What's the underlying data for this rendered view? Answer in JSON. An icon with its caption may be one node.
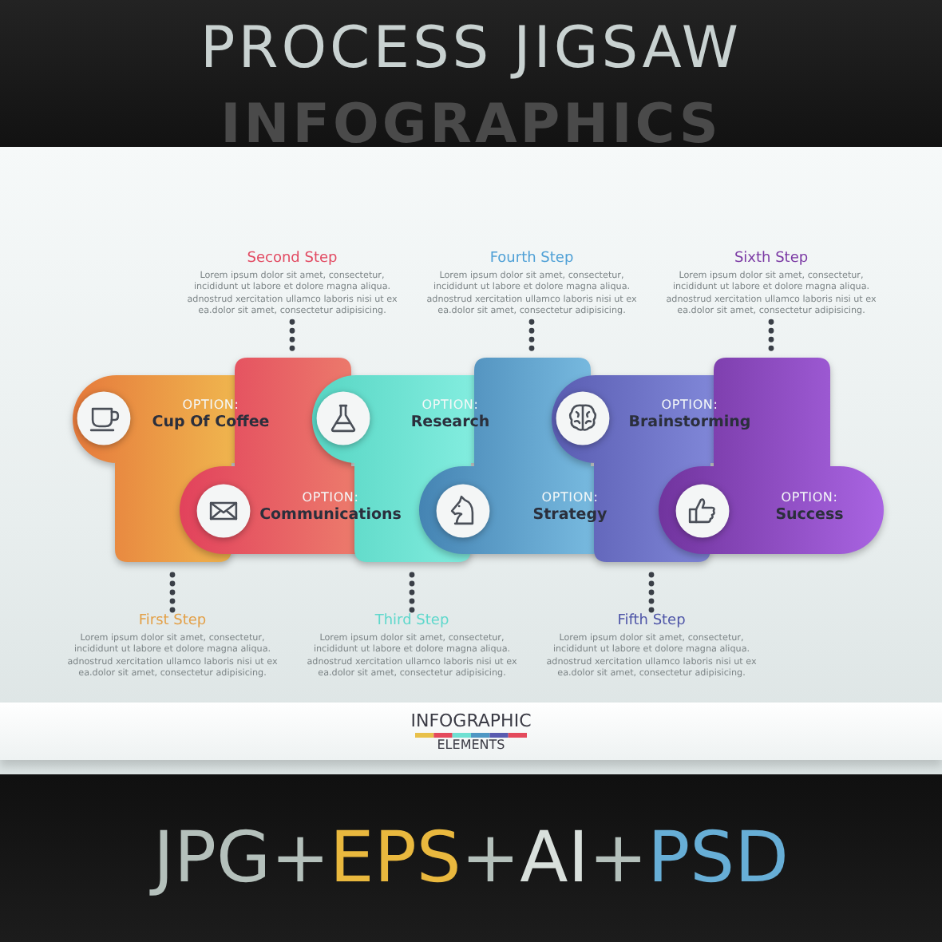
{
  "diagram": {
    "title": "PROCESS JIGSAW",
    "nodes": [
      {
        "text": [
          "OPTION:",
          "Cup Of Coffee"
        ]
      },
      {
        "text": [
          "OPTION:",
          "Communications"
        ]
      },
      {
        "text": [
          "OPTION:",
          "Research"
        ]
      },
      {
        "text": [
          "OPTION:",
          "Strategy"
        ]
      },
      {
        "text": [
          "OPTION:",
          "Brainstorming"
        ]
      },
      {
        "text": [
          "OPTION:",
          "Success"
        ]
      },
      {
        "text": [
          "First Step",
          "Lorem ipsum dolor sit amet, consectetur, incididunt ut labore et dolore magna aliqua. adnostrud xercitation ullamco laboris nisi ut ex ea.dolor sit amet, consectetur adipisicing."
        ]
      },
      {
        "text": [
          "Second Step",
          "Lorem ipsum dolor sit amet, consectetur, incididunt ut labore et dolore magna aliqua. adnostrud xercitation ullamco laboris nisi ut ex ea.dolor sit amet, consectetur adipisicing."
        ]
      },
      {
        "text": [
          "Third Step",
          "Lorem ipsum dolor sit amet, consectetur, incididunt ut labore et dolore magna aliqua. adnostrud xercitation ullamco laboris nisi ut ex ea.dolor sit amet, consectetur adipisicing."
        ]
      },
      {
        "text": [
          "Fourth  Step",
          "Lorem ipsum dolor sit amet, consectetur, incididunt ut labore et dolore magna aliqua. adnostrud xercitation ullamco laboris nisi ut ex ea.dolor sit amet, consectetur adipisicing."
        ]
      },
      {
        "text": [
          "Fifth Step",
          "Lorem ipsum dolor sit amet, consectetur, incididunt ut labore et dolore magna aliqua. adnostrud xercitation ullamco laboris nisi ut ex ea.dolor sit amet, consectetur adipisicing."
        ]
      },
      {
        "text": [
          "Sixth Step",
          "Lorem ipsum dolor sit amet, consectetur, incididunt ut labore et dolore magna aliqua. adnostrud xercitation ullamco laboris nisi ut ex ea.dolor sit amet, consectetur adipisicing."
        ]
      }
    ],
    "edges": [
      {
        "from": 6,
        "to": 0,
        "arrow": "none",
        "style": "dashed"
      },
      {
        "from": 7,
        "to": 1,
        "arrow": "none",
        "style": "dashed"
      },
      {
        "from": 8,
        "to": 2,
        "arrow": "none",
        "style": "dashed"
      },
      {
        "from": 9,
        "to": 3,
        "arrow": "none",
        "style": "dashed"
      },
      {
        "from": 10,
        "to": 4,
        "arrow": "none",
        "style": "dashed"
      },
      {
        "from": 11,
        "to": 5,
        "arrow": "none",
        "style": "dashed"
      }
    ],
    "labels": [
      "INFOGRAPHICS",
      "INFOGRAPHIC",
      "ELEMENTS",
      "JPG+EPS+AI+PSD"
    ]
  }
}
